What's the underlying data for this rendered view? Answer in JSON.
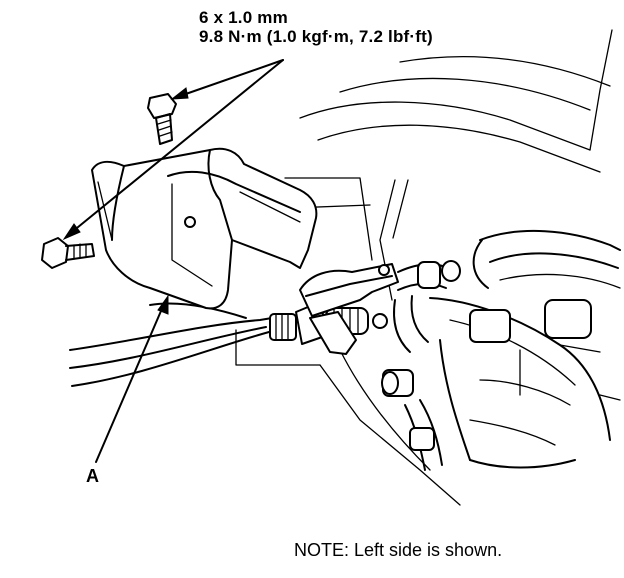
{
  "spec": {
    "size": "6 x 1.0 mm",
    "torque": "9.8 N·m (1.0 kgf·m, 7.2 lbf·ft)"
  },
  "callout": {
    "label": "A"
  },
  "note": "NOTE: Left side is shown."
}
